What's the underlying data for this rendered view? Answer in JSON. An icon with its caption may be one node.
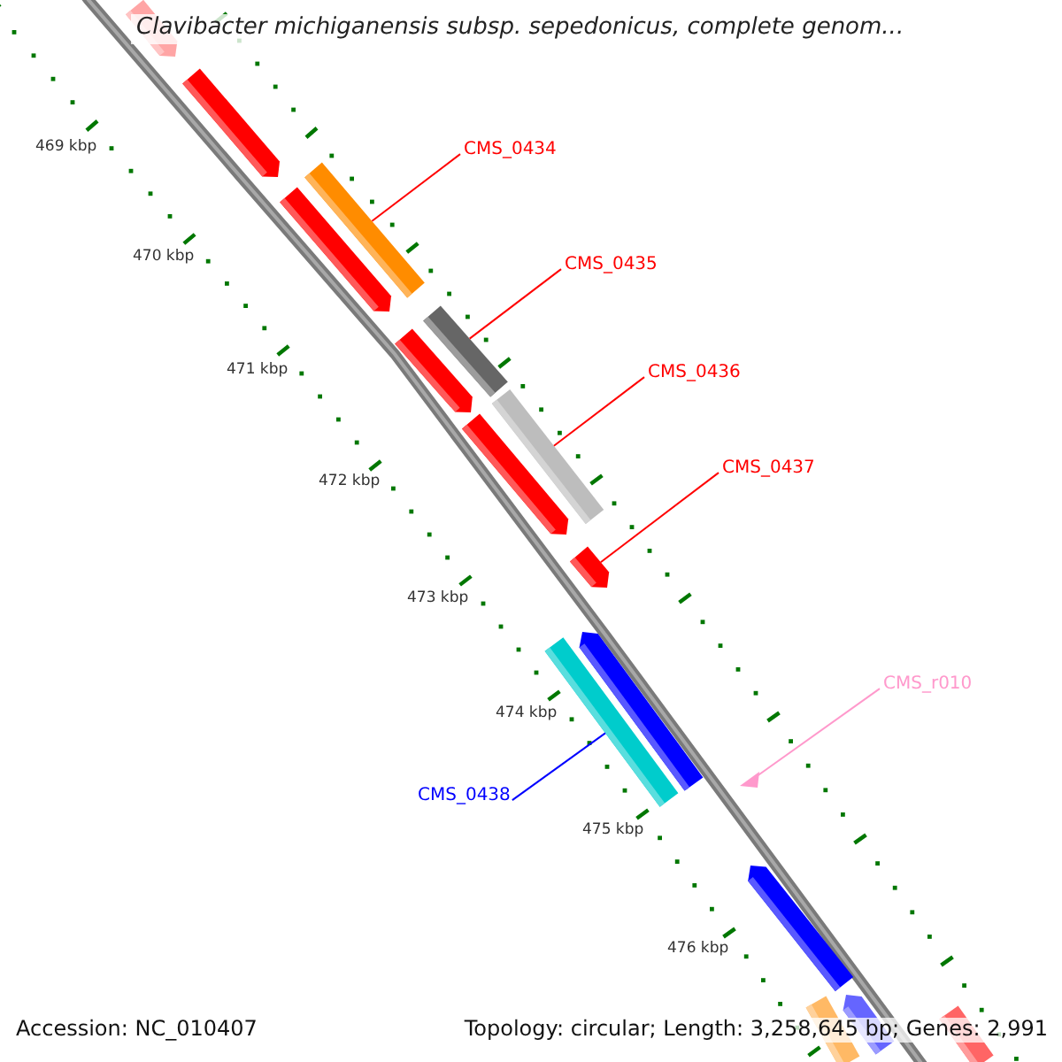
{
  "diagram": {
    "title": "Clavibacter michiganensis subsp. sepedonicus, complete genom...",
    "nodes": [
      {
        "text": [
          "CMS_0434"
        ]
      },
      {
        "text": [],
        "shape": "bar"
      },
      {
        "text": [
          "CMS_0435"
        ]
      },
      {
        "text": [],
        "shape": "bar"
      },
      {
        "text": [
          "CMS_0436"
        ]
      },
      {
        "text": [],
        "shape": "bar"
      },
      {
        "text": [
          "CMS_0437"
        ]
      },
      {
        "text": [],
        "shape": "bar"
      },
      {
        "text": [
          "CMS_r010"
        ]
      },
      {
        "text": [],
        "shape": "triangle"
      },
      {
        "text": [
          "CMS_0438"
        ]
      },
      {
        "text": [],
        "shape": "bar"
      }
    ],
    "edges": [
      {
        "from": 0,
        "to": 1,
        "arrow": "none"
      },
      {
        "from": 2,
        "to": 3,
        "arrow": "none"
      },
      {
        "from": 4,
        "to": 5,
        "arrow": "none"
      },
      {
        "from": 6,
        "to": 7,
        "arrow": "none"
      },
      {
        "from": 8,
        "to": 9,
        "arrow": "none",
        "color": "#ff99cc"
      },
      {
        "from": 10,
        "to": 11,
        "arrow": "none",
        "color": "#0000ff"
      }
    ],
    "labels": [
      "469 kbp",
      "470 kbp",
      "471 kbp",
      "472 kbp",
      "473 kbp",
      "474 kbp",
      "475 kbp",
      "476 kbp",
      "Accession: NC_010407",
      "Topology: circular; Length: 3,258,645 bp; Genes: 2,991"
    ]
  }
}
